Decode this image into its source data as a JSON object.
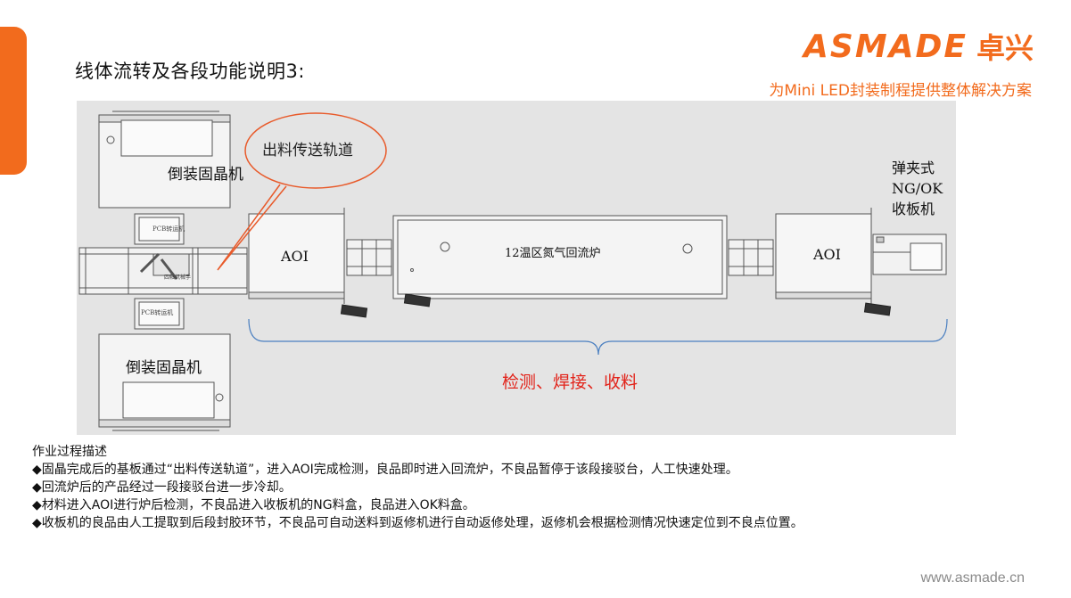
{
  "title": "线体流转及各段功能说明3:",
  "brand": {
    "logo_latin": "ASMADE",
    "logo_cjk": "卓兴",
    "tagline": "为Mini LED封装制程提供整体解决方案",
    "website": "www.asmade.cn",
    "accent_color": "#f26b1d"
  },
  "diagram": {
    "die_bonder_top": "倒装固晶机",
    "die_bonder_bottom": "倒装固晶机",
    "callout": "出料传送轨道",
    "aoi_left": "AOI",
    "reflow_oven": "12温区氮气回流炉",
    "aoi_right": "AOI",
    "unloader_line1": "弹夹式",
    "unloader_line2": "NG/OK",
    "unloader_line3": "收板机",
    "brace_label": "检测、焊接、收料",
    "small_label_top": "PCB转运机",
    "small_label_bottom": "PCB转运机",
    "small_label_robot": "四轴机械手"
  },
  "description": {
    "heading": "作业过程描述",
    "items": [
      "◆固晶完成后的基板通过“出料传送轨道”，进入AOI完成检测，良品即时进入回流炉，不良品暂停于该段接驳台，人工快速处理。",
      "◆回流炉后的产品经过一段接驳台进一步冷却。",
      "◆材料进入AOI进行炉后检测，不良品进入收板机的NG料盒，良品进入OK料盒。",
      "◆收板机的良品由人工提取到后段封胶环节，不良品可自动送料到返修机进行自动返修处理，返修机会根据检测情况快速定位到不良点位置。"
    ]
  }
}
